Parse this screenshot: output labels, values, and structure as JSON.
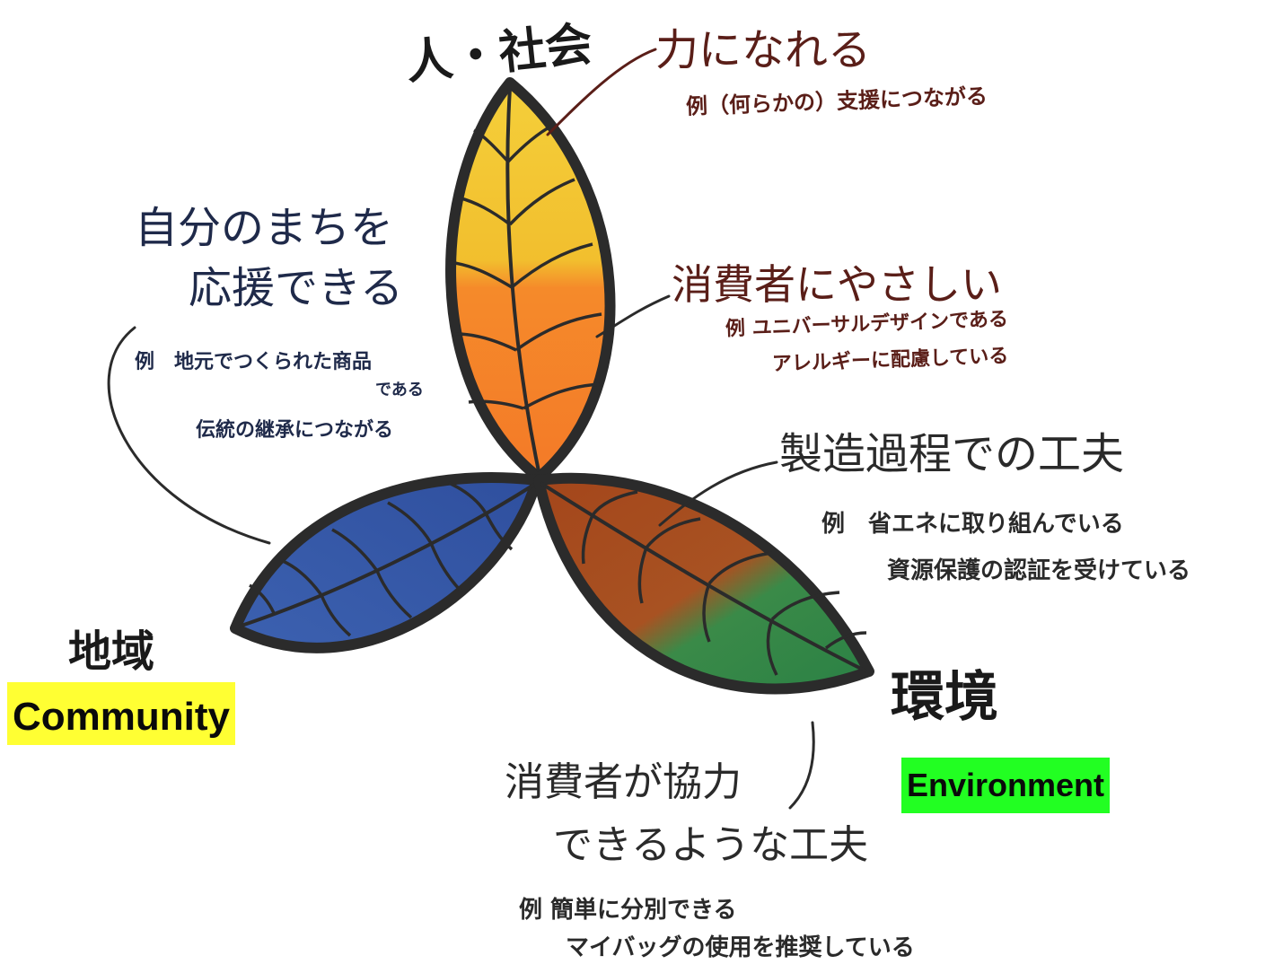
{
  "headings": {
    "society": "人・社会",
    "community": "地域",
    "environment": "環境"
  },
  "captions": {
    "power": {
      "title": "力になれる",
      "example": "例（何らかの）支援につながる"
    },
    "consumer": {
      "title": "消費者にやさしい",
      "ex1": "例 ユニバーサルデザインである",
      "ex2": "アレルギーに配慮している"
    },
    "local": {
      "line1": "自分のまちを",
      "line2": "応援できる",
      "ex1": "例　地元でつくられた商品",
      "ex2": "である",
      "ex3": "伝統の継承につながる"
    },
    "manufacturing": {
      "title": "製造過程での工夫",
      "ex1": "例　省エネに取り組んでいる",
      "ex2": "資源保護の認証を受けている"
    },
    "cooperate": {
      "line1": "消費者が協力",
      "line2": "できるような工夫",
      "ex1": "例 簡単に分別できる",
      "ex2": "マイバッグの使用を推奨している"
    }
  },
  "labels": {
    "community_en": "Community",
    "environment_en": "Environment"
  },
  "colors": {
    "leaf_top_upper": "#f2c531",
    "leaf_top_lower": "#f47a28",
    "leaf_left": "#3457a6",
    "leaf_right_upper": "#a8501e",
    "leaf_right_lower": "#2d8a46",
    "outline": "#2b2b2b",
    "community_highlight": "#ffff33",
    "environment_highlight": "#22ff22"
  }
}
